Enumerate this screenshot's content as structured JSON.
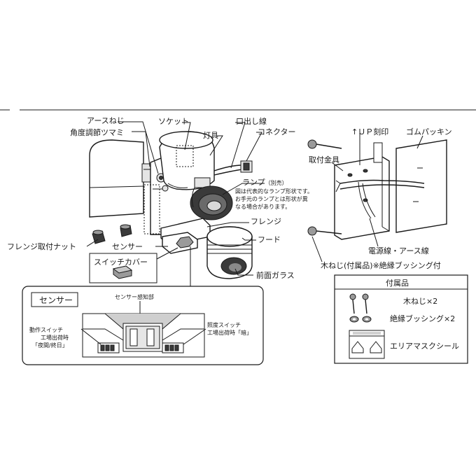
{
  "labels": {
    "earth_screw": "アースねじ",
    "angle_knob": "角度調節ツマミ",
    "socket": "ソケット",
    "fixture": "灯具",
    "lead_wire": "口出し線",
    "connector": "コネクター",
    "lamp": "ランプ",
    "lamp_note": "（別売）",
    "lamp_desc_1": "図は代表的なランプ形状です。",
    "lamp_desc_2": "お手元のランプとは形状が異",
    "lamp_desc_3": "なる場合があります。",
    "flange": "フレンジ",
    "hood": "フード",
    "front_glass": "前面ガラス",
    "flange_nut": "フレンジ取付ナット",
    "sensor": "センサー",
    "switch_cover": "スイッチカバー",
    "up_mark": "↑ＵＰ刻印",
    "rubber_packing": "ゴムパッキン",
    "mounting_bracket": "取付金具",
    "power_wire": "電源線・アース線",
    "wood_screw_note": "木ねじ(付属品)※絶縁ブッシング付"
  },
  "sensor_panel": {
    "title": "センサー",
    "detect_area": "センサー感知部",
    "action_switch": "動作スイッチ",
    "action_factory": "工場出荷時",
    "action_value": "「夜間/終日」",
    "light_switch": "照度スイッチ",
    "light_factory": "工場出荷時「暗」"
  },
  "accessories": {
    "title": "付属品",
    "items": [
      {
        "name": "木ねじ×2",
        "icon": "wood-screw-icon"
      },
      {
        "name": "絶縁ブッシング×2",
        "icon": "bushing-icon"
      },
      {
        "name": "エリアマスクシール",
        "icon": "mask-seal-icon"
      }
    ]
  }
}
